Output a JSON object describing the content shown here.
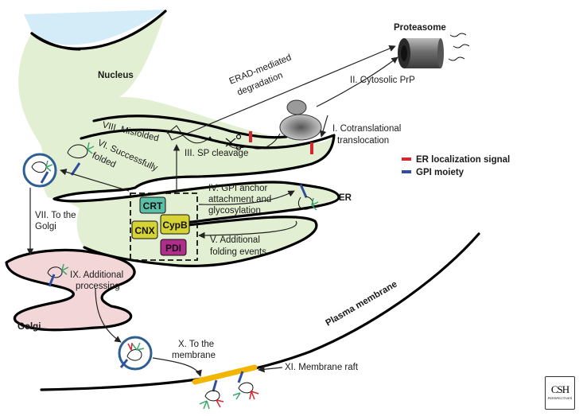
{
  "labels": {
    "nucleus": "Nucleus",
    "proteasome": "Proteasome",
    "erad_line1": "ERAD-mediated",
    "erad_line2": "degradation",
    "cytosolic": "II. Cytosolic PrP",
    "cotrans_line1": "I. Cotranslational",
    "cotrans_line2": "translocation",
    "misfolded": "VIII. Misfolded",
    "sp_cleavage": "III. SP cleavage",
    "success_line1": "VI. Successfully",
    "success_line2": "folded",
    "er": "ER",
    "gpi_line1": "IV. GPI anchor",
    "gpi_line2": "attachment and",
    "gpi_line3": "glycosylation",
    "addfold_line1": "V. Additional",
    "addfold_line2": "folding  events",
    "golgi_to_line1": "VII. To the",
    "golgi_to_line2": "Golgi",
    "addproc_line1": "IX. Additional",
    "addproc_line2": "processing",
    "golgi": "Golgi",
    "plasma_membrane": "Plasma membrane",
    "tomem_line1": "X. To the",
    "tomem_line2": "membrane",
    "raft": "XI. Membrane raft"
  },
  "legend": [
    {
      "label": "ER localization signal",
      "color": "#d7262e"
    },
    {
      "label": "GPI moiety",
      "color": "#2f4f9e"
    }
  ],
  "chaperones": [
    {
      "label": "CRT",
      "color": "#5bbfa8"
    },
    {
      "label": "CNX",
      "color": "#d6d334"
    },
    {
      "label": "CypB",
      "color": "#d6d334"
    },
    {
      "label": "PDI",
      "color": "#b12d8c"
    }
  ],
  "logo": {
    "main": "CSH",
    "sub": "PERSPECTIVES"
  },
  "colors": {
    "er_fill": "#e3efd2",
    "nucleus_fill": "#d3ecf7",
    "golgi_fill": "#f2d6d8",
    "raft": "#f2b500",
    "vesicle_ring": "#2e5f93",
    "glycan": "#3aa76b"
  }
}
